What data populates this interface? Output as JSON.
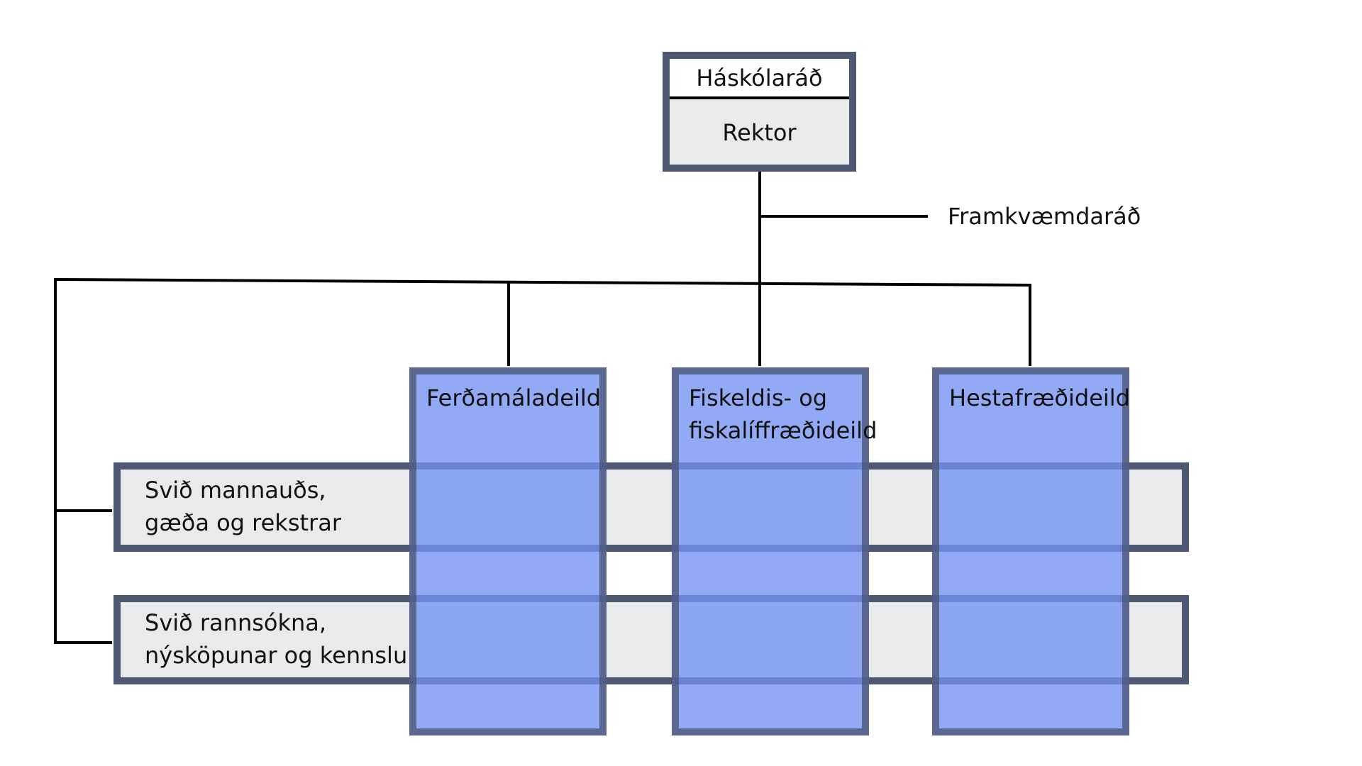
{
  "top": {
    "header": "Háskólaráð",
    "body": "Rektor"
  },
  "executive": "Framkvæmdaráð",
  "departments": [
    "Ferðamáladeild",
    "Fiskeldis- og\nfiskalíffræðideild",
    "Hestafræðideild"
  ],
  "divisions": [
    "Svið mannauðs,\ngæða og rekstrar",
    "Svið rannsókna,\nnýsköpunar og kennslu"
  ],
  "colors": {
    "box_border": "#4f5872",
    "box_fill": "#e9eaec",
    "department_fill": "#7392f2",
    "connector": "#000000"
  }
}
